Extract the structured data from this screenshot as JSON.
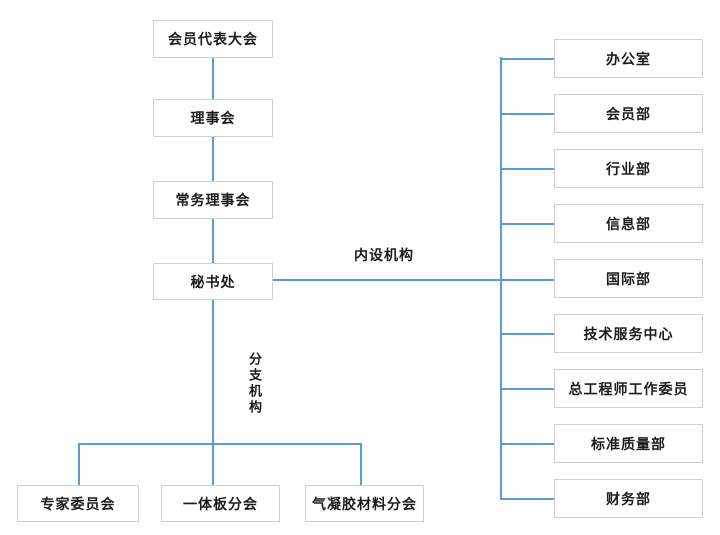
{
  "org": {
    "main_chain": [
      "会员代表大会",
      "理事会",
      "常务理事会",
      "秘书处"
    ],
    "internal": {
      "label": "内设机构",
      "departments": [
        "办公室",
        "会员部",
        "行业部",
        "信息部",
        "国际部",
        "技术服务中心",
        "总工程师工作委员",
        "标准质量部",
        "财务部"
      ]
    },
    "branch": {
      "label": "分支机构",
      "units": [
        "专家委员会",
        "一体板分会",
        "气凝胶材料分会"
      ]
    },
    "colors": {
      "line": "#5b9bd5",
      "border": "#d0d0d0",
      "text": "#1c1c1c",
      "bg": "#ffffff"
    }
  }
}
